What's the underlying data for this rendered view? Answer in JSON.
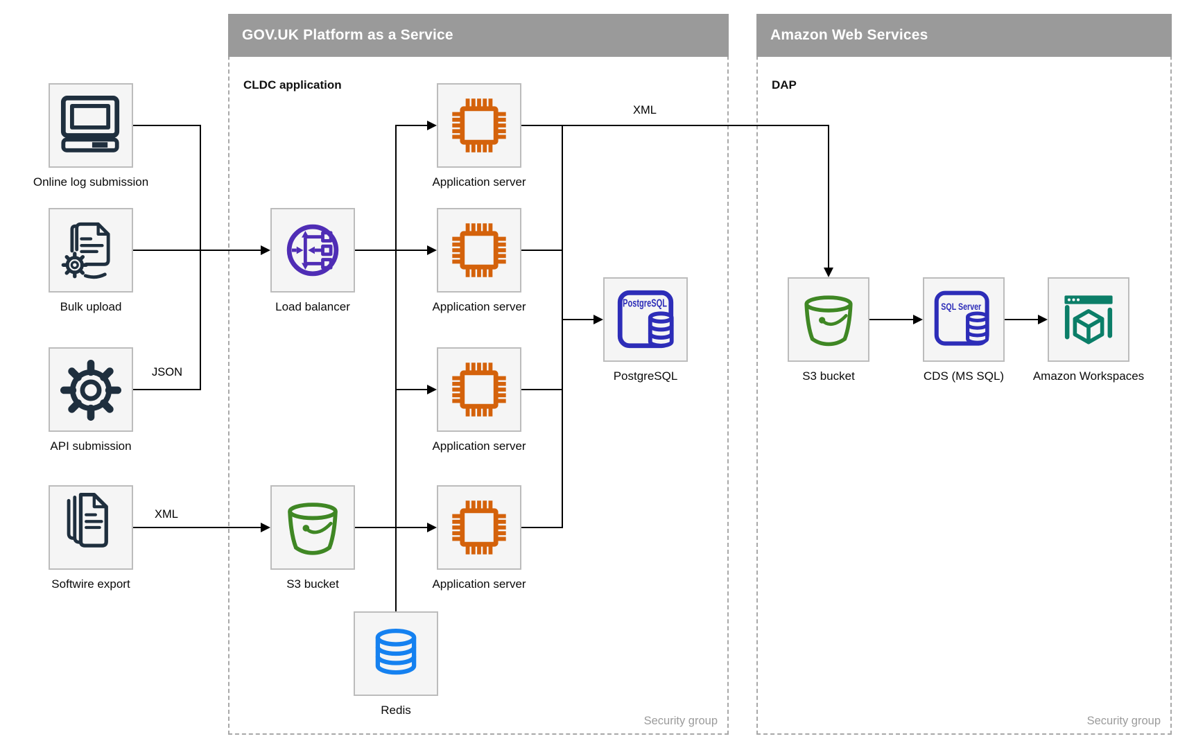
{
  "containers": {
    "govuk": {
      "title": "GOV.UK Platform as a Service",
      "sublabel": "CLDC application",
      "security_label": "Security group"
    },
    "aws": {
      "title": "Amazon Web Services",
      "sublabel": "DAP",
      "security_label": "Security group"
    }
  },
  "nodes": {
    "online_log": {
      "label": "Online log submission",
      "icon": "computer-icon"
    },
    "bulk_upload": {
      "label": "Bulk upload",
      "icon": "document-gear-icon"
    },
    "api_submission": {
      "label": "API submission",
      "icon": "gear-icon"
    },
    "softwire_export": {
      "label": "Softwire export",
      "icon": "document-stack-icon"
    },
    "load_balancer": {
      "label": "Load balancer",
      "icon": "load-balancer-icon"
    },
    "app_server_1": {
      "label": "Application server",
      "icon": "chip-icon"
    },
    "app_server_2": {
      "label": "Application server",
      "icon": "chip-icon"
    },
    "app_server_3": {
      "label": "Application server",
      "icon": "chip-icon"
    },
    "app_server_4": {
      "label": "Application server",
      "icon": "chip-icon"
    },
    "s3_bucket_paas": {
      "label": "S3 bucket",
      "icon": "bucket-icon"
    },
    "redis": {
      "label": "Redis",
      "icon": "database-icon"
    },
    "postgresql": {
      "label": "PostgreSQL",
      "icon": "postgresql-icon",
      "icon_text": "PostgreSQL"
    },
    "s3_bucket_aws": {
      "label": "S3 bucket",
      "icon": "bucket-icon"
    },
    "cds": {
      "label": "CDS (MS SQL)",
      "icon": "sql-server-icon",
      "icon_text": "SQL Server"
    },
    "workspaces": {
      "label": "Amazon Workspaces",
      "icon": "workspaces-icon"
    }
  },
  "edge_labels": {
    "bulk_json": "JSON",
    "softwire_xml": "XML",
    "app_to_dap_xml": "XML"
  },
  "colors": {
    "header_bg": "#9a9a9a",
    "container_border": "#a8a8a8",
    "node_fill": "#f5f5f5",
    "node_border": "#bcbcbc",
    "line": "#000000",
    "security_text": "#9b9b9b",
    "icon_dark": "#1f2f3e",
    "icon_orange": "#d4620b",
    "icon_purple": "#4f2db5",
    "icon_indigo": "#2d2db8",
    "icon_green": "#3f8724",
    "icon_blue": "#1581f0",
    "icon_teal": "#0b7e68"
  }
}
